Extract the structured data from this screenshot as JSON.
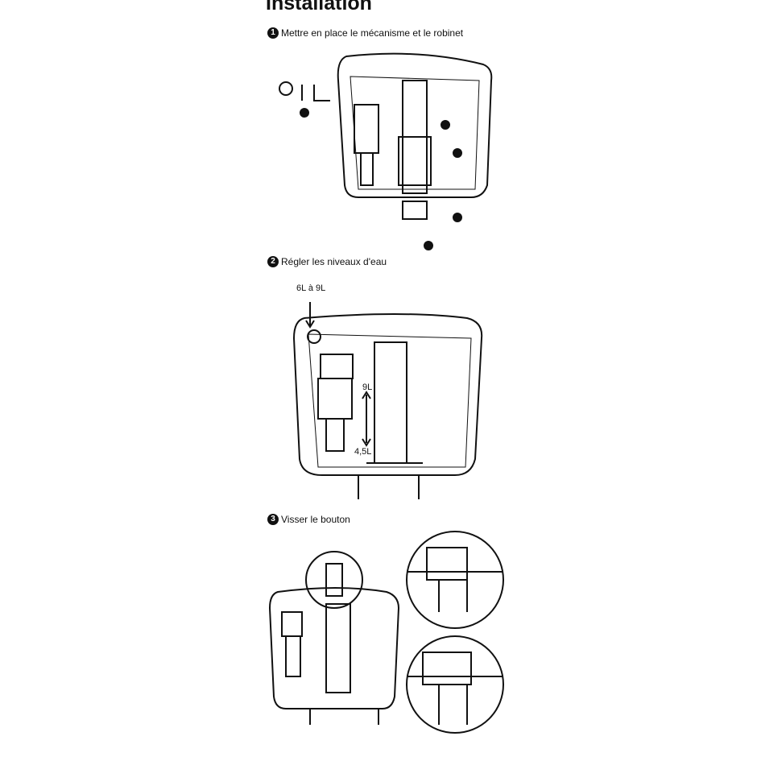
{
  "title": "Installation",
  "steps": [
    {
      "number": "1",
      "label": "Mettre en place le mécanisme et le robinet"
    },
    {
      "number": "2",
      "label": "Régler les niveaux d'eau"
    },
    {
      "number": "3",
      "label": "Visser le bouton"
    }
  ],
  "step2_labels": {
    "range": "6L à 9L",
    "high": "9L",
    "low": "4,5L"
  }
}
